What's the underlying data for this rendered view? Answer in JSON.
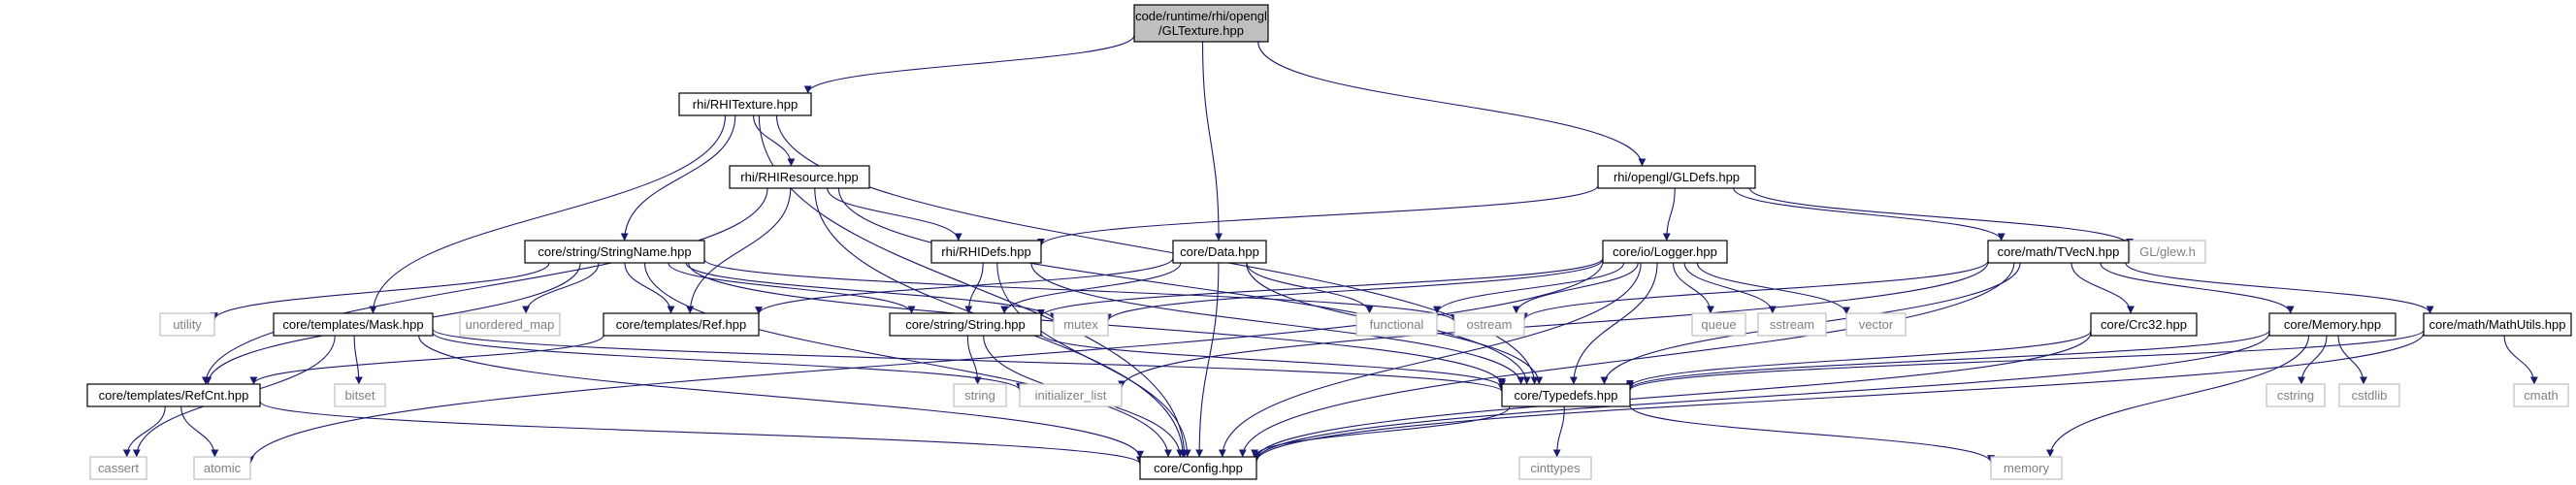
{
  "colors": {
    "edge": "#191970",
    "root_fill": "#bfbfbf",
    "project_border": "#000000",
    "system_border": "#bfbfbf",
    "system_text": "#808080"
  },
  "nodes": [
    {
      "id": "gltexture",
      "kind": "root",
      "lines": [
        "code/runtime/rhi/opengl",
        "/GLTexture.hpp"
      ]
    },
    {
      "id": "rhitexture",
      "kind": "project",
      "lines": [
        "rhi/RHITexture.hpp"
      ]
    },
    {
      "id": "rhiresource",
      "kind": "project",
      "lines": [
        "rhi/RHIResource.hpp"
      ]
    },
    {
      "id": "stringname",
      "kind": "project",
      "lines": [
        "core/string/StringName.hpp"
      ]
    },
    {
      "id": "rhidefs",
      "kind": "project",
      "lines": [
        "rhi/RHIDefs.hpp"
      ]
    },
    {
      "id": "data",
      "kind": "project",
      "lines": [
        "core/Data.hpp"
      ]
    },
    {
      "id": "gldefs",
      "kind": "project",
      "lines": [
        "rhi/opengl/GLDefs.hpp"
      ]
    },
    {
      "id": "logger",
      "kind": "project",
      "lines": [
        "core/io/Logger.hpp"
      ]
    },
    {
      "id": "tvecn",
      "kind": "project",
      "lines": [
        "core/math/TVecN.hpp"
      ]
    },
    {
      "id": "glew",
      "kind": "system",
      "lines": [
        "GL/glew.h"
      ]
    },
    {
      "id": "utility",
      "kind": "system",
      "lines": [
        "utility"
      ]
    },
    {
      "id": "mask",
      "kind": "project",
      "lines": [
        "core/templates/Mask.hpp"
      ]
    },
    {
      "id": "unordered_map",
      "kind": "system",
      "lines": [
        "unordered_map"
      ]
    },
    {
      "id": "ref",
      "kind": "project",
      "lines": [
        "core/templates/Ref.hpp"
      ]
    },
    {
      "id": "string_hpp",
      "kind": "project",
      "lines": [
        "core/string/String.hpp"
      ]
    },
    {
      "id": "mutex",
      "kind": "system",
      "lines": [
        "mutex"
      ]
    },
    {
      "id": "functional",
      "kind": "system",
      "lines": [
        "functional"
      ]
    },
    {
      "id": "ostream",
      "kind": "system",
      "lines": [
        "ostream"
      ]
    },
    {
      "id": "queue",
      "kind": "system",
      "lines": [
        "queue"
      ]
    },
    {
      "id": "sstream",
      "kind": "system",
      "lines": [
        "sstream"
      ]
    },
    {
      "id": "vector",
      "kind": "system",
      "lines": [
        "vector"
      ]
    },
    {
      "id": "crc32",
      "kind": "project",
      "lines": [
        "core/Crc32.hpp"
      ]
    },
    {
      "id": "memory_hpp",
      "kind": "project",
      "lines": [
        "core/Memory.hpp"
      ]
    },
    {
      "id": "mathutils",
      "kind": "project",
      "lines": [
        "core/math/MathUtils.hpp"
      ]
    },
    {
      "id": "bitset",
      "kind": "system",
      "lines": [
        "bitset"
      ]
    },
    {
      "id": "refcnt",
      "kind": "project",
      "lines": [
        "core/templates/RefCnt.hpp"
      ]
    },
    {
      "id": "initializer_list",
      "kind": "system",
      "lines": [
        "initializer_list"
      ]
    },
    {
      "id": "typedefs",
      "kind": "project",
      "lines": [
        "core/Typedefs.hpp"
      ]
    },
    {
      "id": "string_std",
      "kind": "system",
      "lines": [
        "string"
      ]
    },
    {
      "id": "cstring",
      "kind": "system",
      "lines": [
        "cstring"
      ]
    },
    {
      "id": "cstdlib",
      "kind": "system",
      "lines": [
        "cstdlib"
      ]
    },
    {
      "id": "cmath",
      "kind": "system",
      "lines": [
        "cmath"
      ]
    },
    {
      "id": "cassert",
      "kind": "system",
      "lines": [
        "cassert"
      ]
    },
    {
      "id": "atomic",
      "kind": "system",
      "lines": [
        "atomic"
      ]
    },
    {
      "id": "config",
      "kind": "project",
      "lines": [
        "core/Config.hpp"
      ]
    },
    {
      "id": "cinttypes",
      "kind": "system",
      "lines": [
        "cinttypes"
      ]
    },
    {
      "id": "memory_std",
      "kind": "system",
      "lines": [
        "memory"
      ]
    }
  ],
  "edges": [
    [
      "gltexture",
      "rhitexture"
    ],
    [
      "gltexture",
      "data"
    ],
    [
      "gltexture",
      "gldefs"
    ],
    [
      "rhitexture",
      "rhiresource"
    ],
    [
      "rhitexture",
      "stringname"
    ],
    [
      "rhitexture",
      "mask"
    ],
    [
      "rhitexture",
      "typedefs"
    ],
    [
      "rhitexture",
      "config"
    ],
    [
      "rhiresource",
      "rhidefs"
    ],
    [
      "rhiresource",
      "ref"
    ],
    [
      "rhiresource",
      "refcnt"
    ],
    [
      "rhiresource",
      "typedefs"
    ],
    [
      "rhiresource",
      "config"
    ],
    [
      "stringname",
      "utility"
    ],
    [
      "stringname",
      "unordered_map"
    ],
    [
      "stringname",
      "ref"
    ],
    [
      "stringname",
      "string_hpp"
    ],
    [
      "stringname",
      "mutex"
    ],
    [
      "stringname",
      "ostream"
    ],
    [
      "stringname",
      "refcnt"
    ],
    [
      "stringname",
      "typedefs"
    ],
    [
      "stringname",
      "config"
    ],
    [
      "rhidefs",
      "string_hpp"
    ],
    [
      "rhidefs",
      "typedefs"
    ],
    [
      "rhidefs",
      "config"
    ],
    [
      "data",
      "ref"
    ],
    [
      "data",
      "string_hpp"
    ],
    [
      "data",
      "functional"
    ],
    [
      "data",
      "typedefs"
    ],
    [
      "data",
      "config"
    ],
    [
      "gldefs",
      "rhidefs"
    ],
    [
      "gldefs",
      "logger"
    ],
    [
      "gldefs",
      "tvecn"
    ],
    [
      "gldefs",
      "glew"
    ],
    [
      "logger",
      "string_hpp"
    ],
    [
      "logger",
      "mutex"
    ],
    [
      "logger",
      "functional"
    ],
    [
      "logger",
      "ostream"
    ],
    [
      "logger",
      "queue"
    ],
    [
      "logger",
      "sstream"
    ],
    [
      "logger",
      "vector"
    ],
    [
      "logger",
      "atomic"
    ],
    [
      "logger",
      "typedefs"
    ],
    [
      "logger",
      "config"
    ],
    [
      "tvecn",
      "ostream"
    ],
    [
      "tvecn",
      "crc32"
    ],
    [
      "tvecn",
      "memory_hpp"
    ],
    [
      "tvecn",
      "mathutils"
    ],
    [
      "tvecn",
      "initializer_list"
    ],
    [
      "tvecn",
      "typedefs"
    ],
    [
      "tvecn",
      "config"
    ],
    [
      "mask",
      "bitset"
    ],
    [
      "mask",
      "cassert"
    ],
    [
      "mask",
      "initializer_list"
    ],
    [
      "mask",
      "typedefs"
    ],
    [
      "mask",
      "config"
    ],
    [
      "ref",
      "refcnt"
    ],
    [
      "string_hpp",
      "string_std"
    ],
    [
      "string_hpp",
      "typedefs"
    ],
    [
      "string_hpp",
      "config"
    ],
    [
      "crc32",
      "typedefs"
    ],
    [
      "crc32",
      "config"
    ],
    [
      "memory_hpp",
      "cstring"
    ],
    [
      "memory_hpp",
      "cstdlib"
    ],
    [
      "memory_hpp",
      "memory_std"
    ],
    [
      "memory_hpp",
      "typedefs"
    ],
    [
      "memory_hpp",
      "config"
    ],
    [
      "mathutils",
      "cmath"
    ],
    [
      "mathutils",
      "typedefs"
    ],
    [
      "mathutils",
      "config"
    ],
    [
      "refcnt",
      "cassert"
    ],
    [
      "refcnt",
      "atomic"
    ],
    [
      "refcnt",
      "config"
    ],
    [
      "typedefs",
      "config"
    ],
    [
      "typedefs",
      "cinttypes"
    ],
    [
      "typedefs",
      "memory_std"
    ]
  ]
}
